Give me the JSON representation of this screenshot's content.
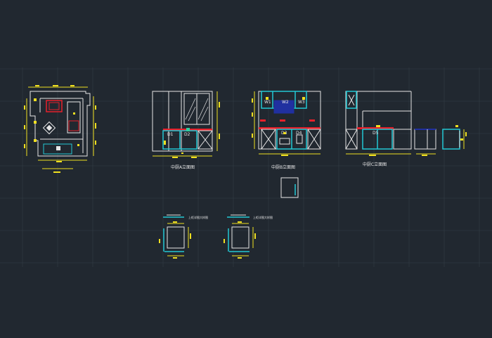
{
  "drawing": {
    "colors": {
      "background": "#212830",
      "grid": "#333c46",
      "outline": "#e6e6e6",
      "cabinet": "#22c8d4",
      "dimension": "#f0e020",
      "accent": "#e8202a",
      "panel": "#2030a0",
      "tag": "#2fd0a0"
    },
    "views": [
      {
        "name": "plan-view",
        "label": ""
      },
      {
        "name": "elevation-a",
        "label": "中厨A立面图"
      },
      {
        "name": "elevation-b",
        "label": "中厨B立面图"
      },
      {
        "name": "elevation-c",
        "label": "中厨C立面图"
      },
      {
        "name": "detail-1",
        "label": "上柜详图大样图"
      },
      {
        "name": "detail-2",
        "label": "上柜详图大样图"
      }
    ],
    "door_tags": {
      "elevation_a": [
        "D1",
        "D2"
      ],
      "elevation_b_upper": [
        "W1",
        "W2",
        "W3"
      ],
      "elevation_b_lower": [
        "D3",
        "D4"
      ],
      "elevation_c": [
        "D5"
      ]
    }
  }
}
